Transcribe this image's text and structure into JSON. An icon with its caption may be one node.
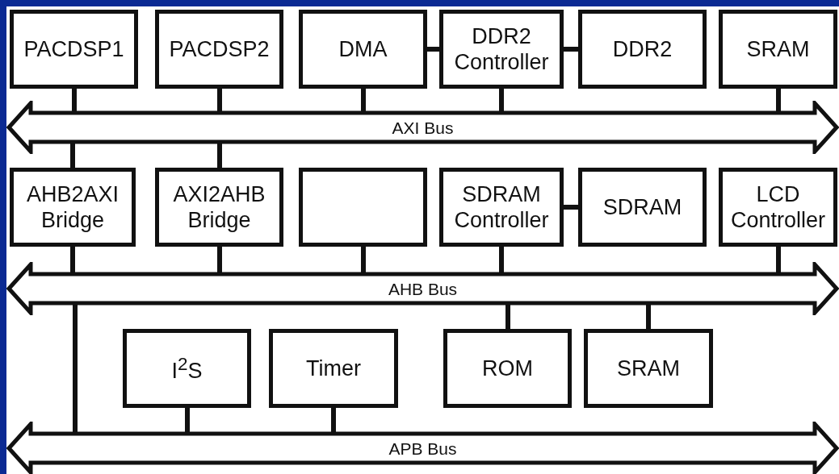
{
  "diagram": {
    "nodes": [
      {
        "text": [
          "PACDSP1"
        ]
      },
      {
        "text": [
          "PACDSP2"
        ]
      },
      {
        "text": [
          "DMA"
        ]
      },
      {
        "text": [
          "DDR2 Controller"
        ]
      },
      {
        "text": [
          "DDR2"
        ]
      },
      {
        "text": [
          "SRAM"
        ]
      },
      {
        "text": [
          "AXI Bus"
        ]
      },
      {
        "text": [
          "AHB2AXI Bridge"
        ]
      },
      {
        "text": [
          "AXI2AHB Bridge"
        ]
      },
      {
        "text": [],
        "shape": "box"
      },
      {
        "text": [
          "SDRAM Controller"
        ]
      },
      {
        "text": [
          "SDRAM"
        ]
      },
      {
        "text": [
          "LCD Controller"
        ]
      },
      {
        "text": [
          "AHB Bus"
        ]
      },
      {
        "text": [
          "I$^{2}$S"
        ]
      },
      {
        "text": [
          "Timer"
        ]
      },
      {
        "text": [
          "ROM"
        ]
      },
      {
        "text": [
          "SRAM"
        ]
      },
      {
        "text": [
          "APB Bus"
        ]
      }
    ],
    "edges": [
      {
        "from": 0,
        "to": 6,
        "arrow": "none"
      },
      {
        "from": 1,
        "to": 6,
        "arrow": "none"
      },
      {
        "from": 2,
        "to": 6,
        "arrow": "none"
      },
      {
        "from": 2,
        "to": 3,
        "arrow": "none"
      },
      {
        "from": 3,
        "to": 6,
        "arrow": "none"
      },
      {
        "from": 3,
        "to": 4,
        "arrow": "none"
      },
      {
        "from": 5,
        "to": 6,
        "arrow": "none"
      },
      {
        "from": 6,
        "to": 7,
        "arrow": "none"
      },
      {
        "from": 6,
        "to": 8,
        "arrow": "none"
      },
      {
        "from": 7,
        "to": 13,
        "arrow": "none"
      },
      {
        "from": 8,
        "to": 13,
        "arrow": "none"
      },
      {
        "from": 9,
        "to": 13,
        "arrow": "none"
      },
      {
        "from": 10,
        "to": 13,
        "arrow": "none"
      },
      {
        "from": 10,
        "to": 11,
        "arrow": "none"
      },
      {
        "from": 12,
        "to": 13,
        "arrow": "none"
      },
      {
        "from": 13,
        "to": 16,
        "arrow": "none"
      },
      {
        "from": 13,
        "to": 17,
        "arrow": "none"
      },
      {
        "from": 13,
        "to": 18,
        "arrow": "none"
      },
      {
        "from": 14,
        "to": 18,
        "arrow": "none"
      },
      {
        "from": 15,
        "to": 18,
        "arrow": "none"
      }
    ]
  }
}
